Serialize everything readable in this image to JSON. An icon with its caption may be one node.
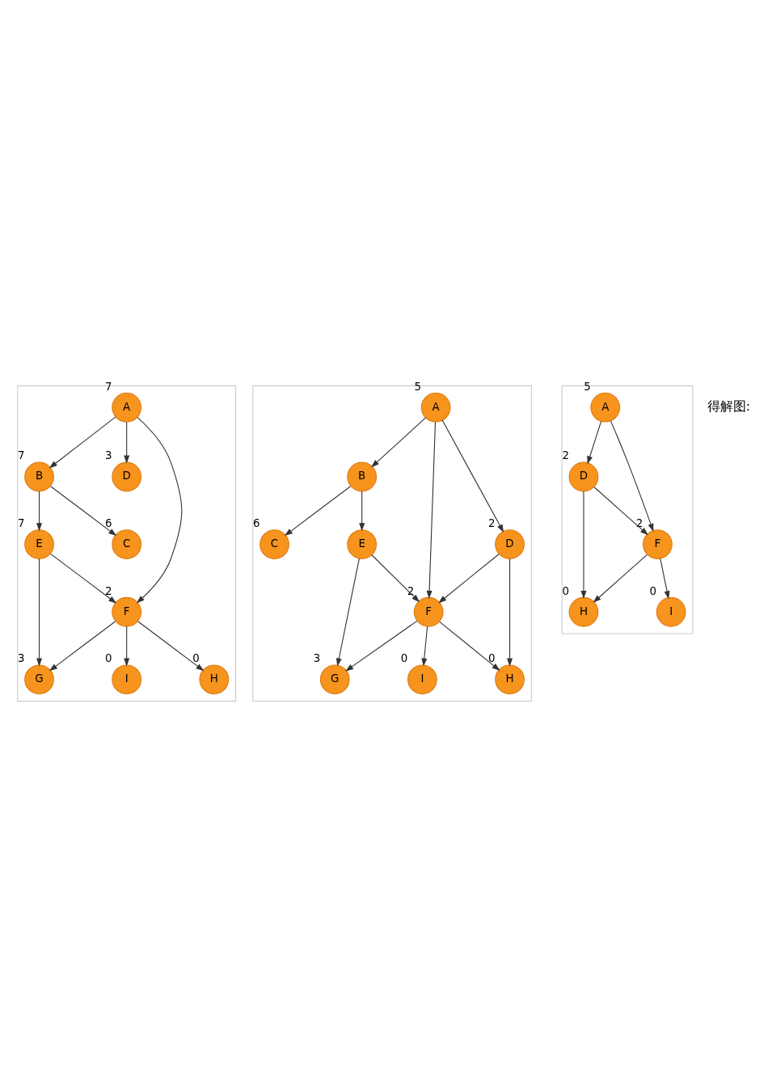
{
  "diagram": {
    "nodes": [
      {
        "text": [],
        "shape": "box"
      },
      {
        "text": [
          "A"
        ],
        "beside": [
          "7"
        ],
        "in": 0
      },
      {
        "text": [
          "B"
        ],
        "beside": [
          "7"
        ],
        "in": 0
      },
      {
        "text": [
          "C"
        ],
        "beside": [
          "6"
        ],
        "in": 0
      },
      {
        "text": [
          "D"
        ],
        "beside": [
          "3"
        ],
        "in": 0
      },
      {
        "text": [
          "E"
        ],
        "beside": [
          "7"
        ],
        "in": 0
      },
      {
        "text": [
          "F"
        ],
        "beside": [
          "2"
        ],
        "in": 0
      },
      {
        "text": [
          "G"
        ],
        "beside": [
          "3"
        ],
        "in": 0
      },
      {
        "text": [
          "H"
        ],
        "beside": [
          "0"
        ],
        "in": 0
      },
      {
        "text": [
          "I"
        ],
        "beside": [
          "0"
        ],
        "in": 0
      },
      {
        "text": [],
        "shape": "box"
      },
      {
        "text": [
          "A"
        ],
        "beside": [
          "5"
        ],
        "in": 10
      },
      {
        "text": [
          "B"
        ],
        "in": 10
      },
      {
        "text": [
          "C"
        ],
        "beside": [
          "6"
        ],
        "in": 10
      },
      {
        "text": [
          "D"
        ],
        "beside": [
          "2"
        ],
        "in": 10
      },
      {
        "text": [
          "E"
        ],
        "in": 10
      },
      {
        "text": [
          "F"
        ],
        "beside": [
          "2"
        ],
        "in": 10
      },
      {
        "text": [
          "G"
        ],
        "beside": [
          "3"
        ],
        "in": 10
      },
      {
        "text": [
          "H"
        ],
        "beside": [
          "0"
        ],
        "in": 10
      },
      {
        "text": [
          "I"
        ],
        "beside": [
          "0"
        ],
        "in": 10
      },
      {
        "text": [],
        "shape": "box"
      },
      {
        "text": [
          "A"
        ],
        "beside": [
          "5"
        ],
        "in": 20
      },
      {
        "text": [
          "D"
        ],
        "beside": [
          "2"
        ],
        "in": 20
      },
      {
        "text": [
          "F"
        ],
        "beside": [
          "2"
        ],
        "in": 20
      },
      {
        "text": [
          "H"
        ],
        "beside": [
          "0"
        ],
        "in": 20
      },
      {
        "text": [
          "I"
        ],
        "beside": [
          "0"
        ],
        "in": 20
      }
    ],
    "edges": [
      {
        "from": 1,
        "to": 2,
        "arrow": "to"
      },
      {
        "from": 1,
        "to": 6,
        "arrow": "to"
      },
      {
        "from": 1,
        "to": 4,
        "arrow": "to"
      },
      {
        "from": 2,
        "to": 3,
        "arrow": "to"
      },
      {
        "from": 2,
        "to": 5,
        "arrow": "to"
      },
      {
        "from": 5,
        "to": 6,
        "arrow": "to"
      },
      {
        "from": 5,
        "to": 7,
        "arrow": "to"
      },
      {
        "from": 6,
        "to": 7,
        "arrow": "to"
      },
      {
        "from": 6,
        "to": 9,
        "arrow": "to"
      },
      {
        "from": 6,
        "to": 8,
        "arrow": "to"
      },
      {
        "from": 11,
        "to": 12,
        "arrow": "to"
      },
      {
        "from": 11,
        "to": 16,
        "arrow": "to"
      },
      {
        "from": 11,
        "to": 14,
        "arrow": "to"
      },
      {
        "from": 12,
        "to": 13,
        "arrow": "to"
      },
      {
        "from": 12,
        "to": 15,
        "arrow": "to"
      },
      {
        "from": 14,
        "to": 16,
        "arrow": "to"
      },
      {
        "from": 14,
        "to": 18,
        "arrow": "to"
      },
      {
        "from": 15,
        "to": 16,
        "arrow": "to"
      },
      {
        "from": 15,
        "to": 17,
        "arrow": "to"
      },
      {
        "from": 16,
        "to": 17,
        "arrow": "to"
      },
      {
        "from": 16,
        "to": 19,
        "arrow": "to"
      },
      {
        "from": 16,
        "to": 18,
        "arrow": "to"
      },
      {
        "from": 21,
        "to": 23,
        "arrow": "to"
      },
      {
        "from": 21,
        "to": 22,
        "arrow": "to"
      },
      {
        "from": 22,
        "to": 23,
        "arrow": "to"
      },
      {
        "from": 22,
        "to": 24,
        "arrow": "to"
      },
      {
        "from": 23,
        "to": 25,
        "arrow": "to"
      },
      {
        "from": 23,
        "to": 24,
        "arrow": "to"
      }
    ],
    "labels": [
      "得解图:"
    ]
  }
}
